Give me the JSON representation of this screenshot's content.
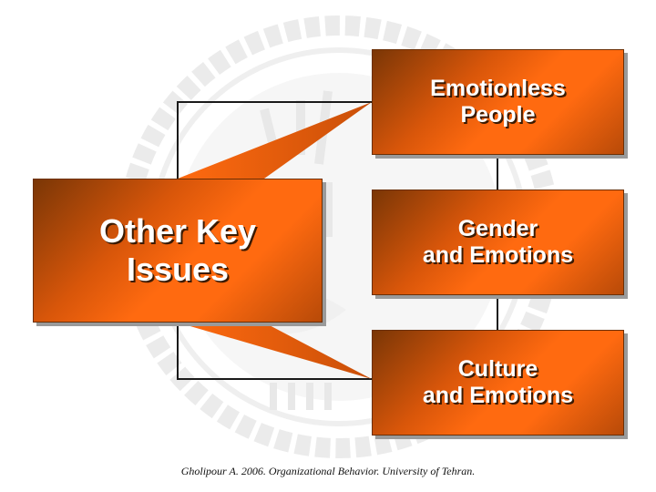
{
  "diagram": {
    "main": {
      "lines": [
        "Other Key",
        "Issues"
      ]
    },
    "items": [
      {
        "lines": [
          "Emotionless",
          "People"
        ]
      },
      {
        "lines": [
          "Gender",
          "and Emotions"
        ]
      },
      {
        "lines": [
          "Culture",
          "and Emotions"
        ]
      }
    ]
  },
  "footer": {
    "citation": "Gholipour A. 2006. Organizational Behavior. University of Tehran."
  },
  "colors": {
    "box_orange": "#ff6a10",
    "box_dark": "#7a3606",
    "connector": "#1a1a1a",
    "watermark": "#d8d8d8"
  },
  "watermark": {
    "icon": "university-seal-watermark-icon"
  }
}
